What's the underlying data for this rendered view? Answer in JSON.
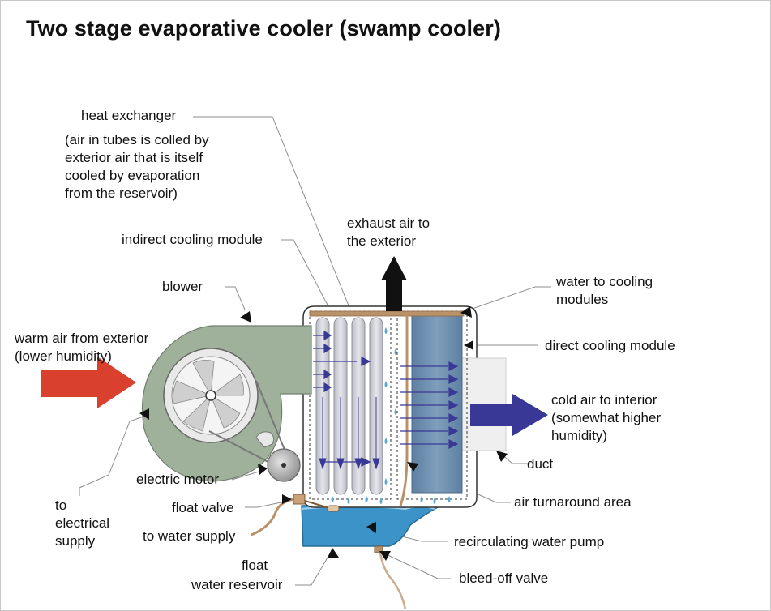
{
  "title": "Two stage evaporative cooler (swamp cooler)",
  "labels": {
    "heat_exchanger": "heat exchanger",
    "heat_exchanger_note": [
      "(air in tubes is colled by",
      "exterior air that is itself",
      "cooled by evaporation",
      "from the reservoir)"
    ],
    "exhaust_air": [
      "exhaust air to",
      "the exterior"
    ],
    "indirect_cooling_module": "indirect cooling module",
    "blower": "blower",
    "water_to_cooling_modules": [
      "water to cooling",
      "modules"
    ],
    "warm_air": [
      "warm air from exterior",
      "(lower humidity)"
    ],
    "direct_cooling_module": "direct cooling module",
    "cold_air": [
      "cold air to interior",
      "(somewhat higher",
      "humidity)"
    ],
    "duct": "duct",
    "electric_motor": "electric motor",
    "to_electrical_supply": [
      "to",
      "electrical",
      "supply"
    ],
    "float_valve": "float valve",
    "air_turnaround_area": "air turnaround area",
    "to_water_supply": "to water supply",
    "recirculating_water_pump": "recirculating water pump",
    "float": "float",
    "water_reservoir": "water reservoir",
    "bleed_off_valve": "bleed-off valve"
  },
  "colors": {
    "warm_arrow": "#d9412e",
    "cold_arrow": "#3a3896",
    "blower_housing": "#9fb09b",
    "direct_module": "#6f8fae",
    "water": "#3b93c8",
    "pipe": "#b9926a"
  }
}
